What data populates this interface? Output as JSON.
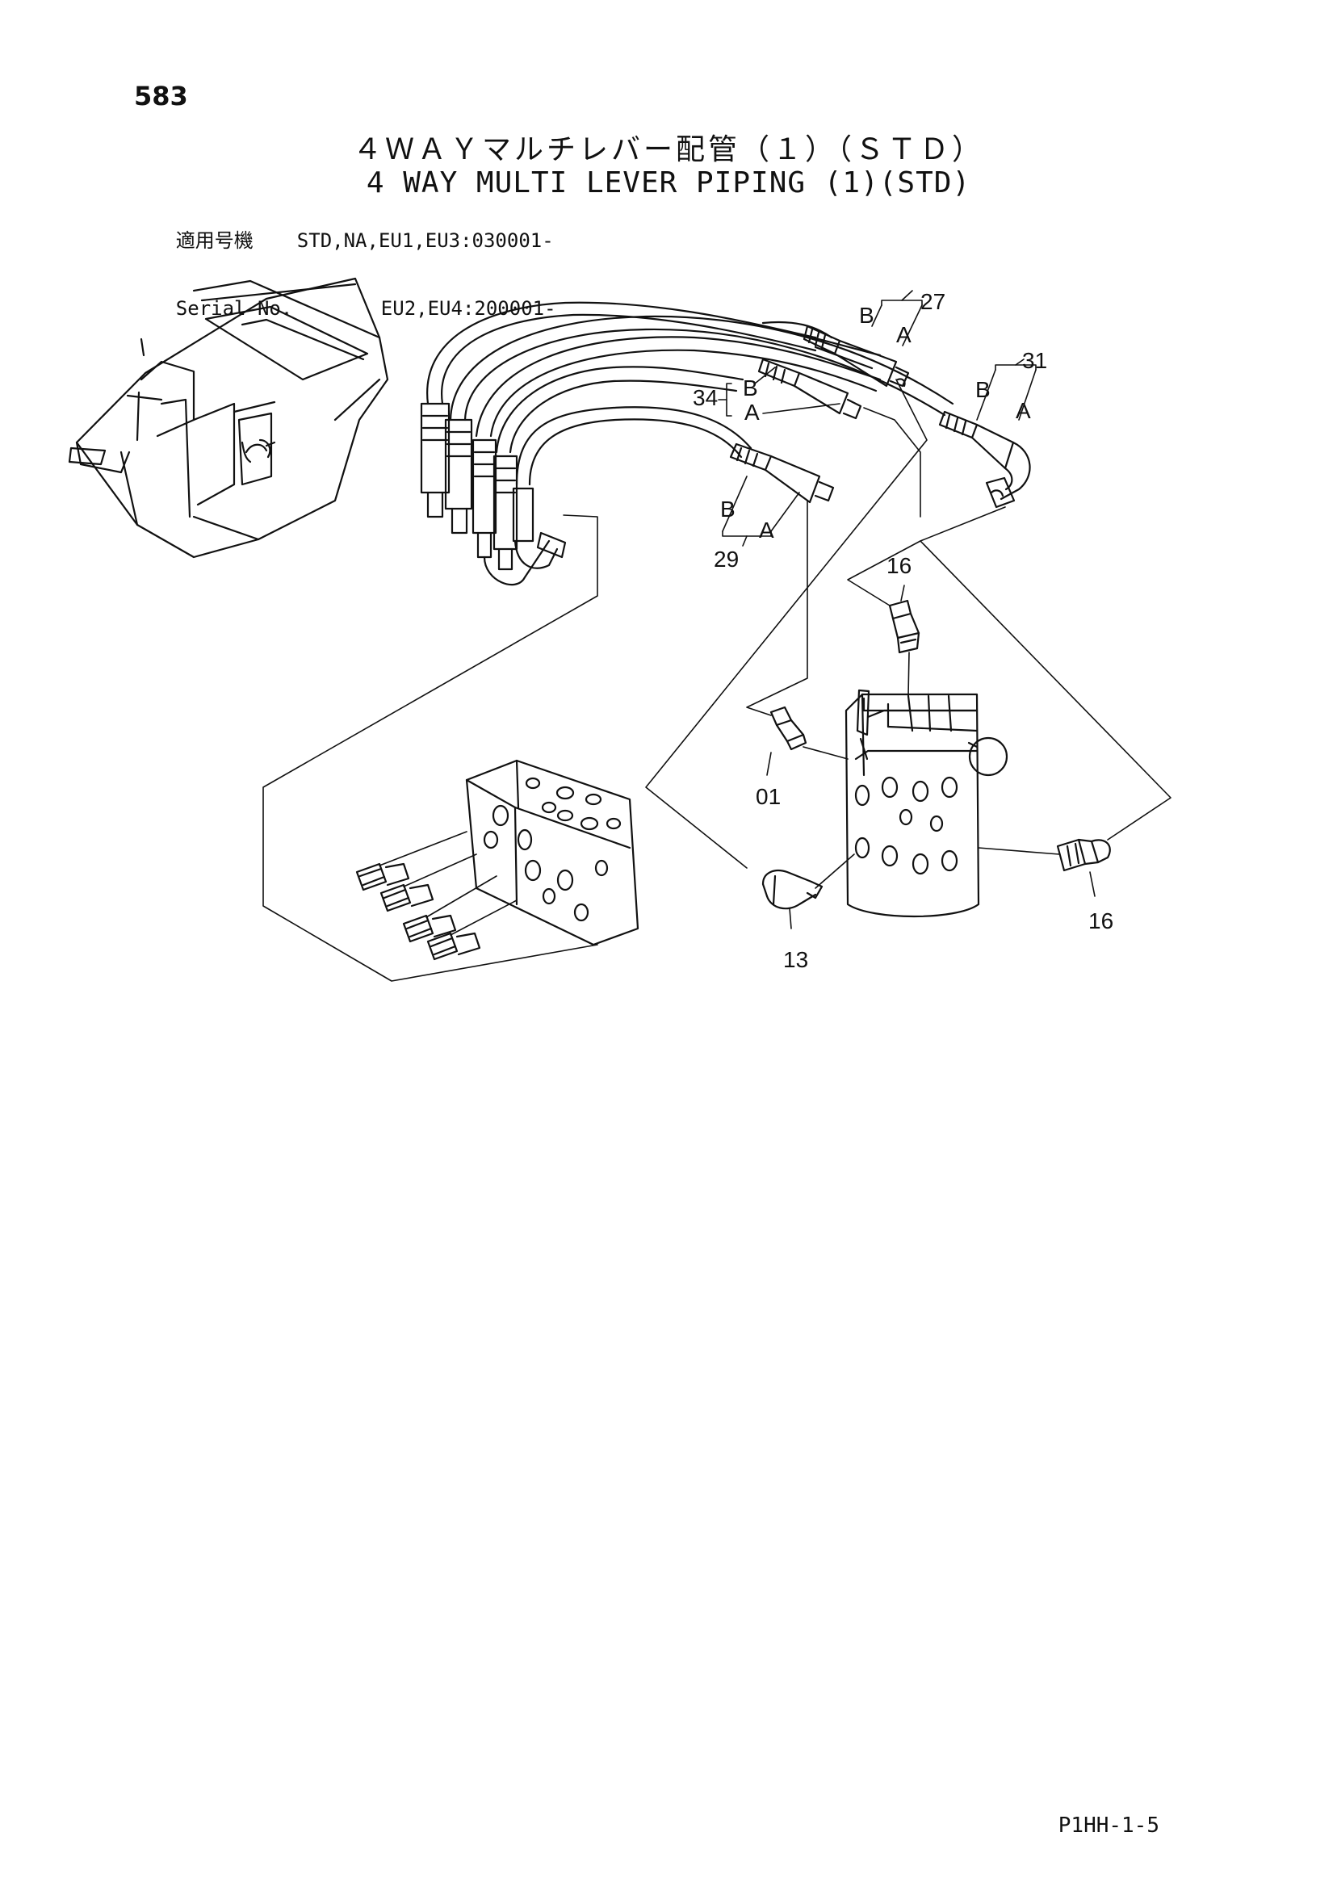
{
  "header": {
    "page_number": "583",
    "title_jp": "４ＷＡＹマルチレバー配管（１）（ＳＴＤ）",
    "title_en": "4 WAY MULTI LEVER PIPING (1)(STD)",
    "serial": {
      "label_jp": "適用号機",
      "label_en": "Serial No.",
      "line1": "STD,NA,EU1,EU3:030001-",
      "line2": "EU2,EU4:200001-"
    }
  },
  "callouts": {
    "c27": "27",
    "c31": "31",
    "c34": "34",
    "c29": "29",
    "c16a": "16",
    "c16b": "16",
    "c01": "01",
    "c13": "13",
    "b27": "B",
    "a27": "A",
    "b31": "B",
    "a31": "A",
    "b34": "B",
    "a34": "A",
    "b29": "B",
    "a29": "A"
  },
  "footer": {
    "code": "P1HH-1-5"
  }
}
